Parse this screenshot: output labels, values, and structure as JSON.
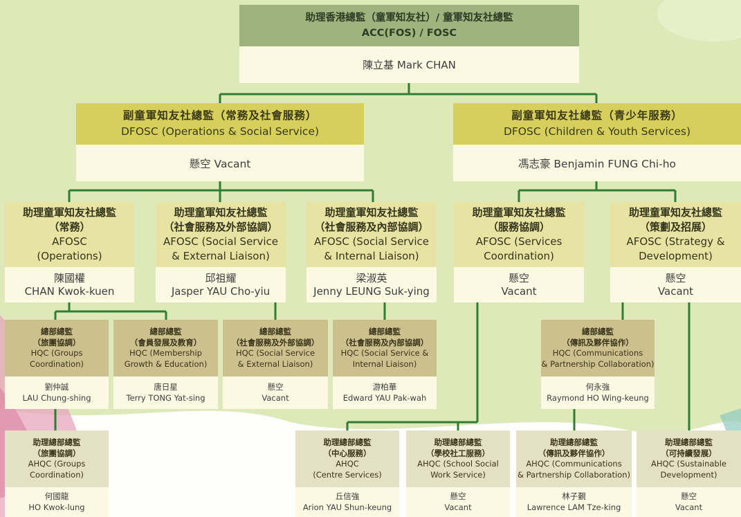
{
  "accent": "#2e7d32",
  "top": {
    "title_zh": "助理香港總監（童軍知友社）/ 童軍知友社總監",
    "title_en": "ACC(FOS) / FOSC",
    "name": "陳立基 Mark CHAN"
  },
  "deputies": [
    {
      "title_zh": "副童軍知友社總監（常務及社會服務）",
      "title_en": "DFOSC (Operations & Social Service)",
      "name": "懸空 Vacant"
    },
    {
      "title_zh": "副童軍知友社總監（青少年服務）",
      "title_en": "DFOSC (Children & Youth Services)",
      "name": "馮志豪 Benjamin FUNG Chi-ho"
    }
  ],
  "assistants": [
    {
      "title_zh": "助理童軍知友社總監",
      "title_zh2": "（常務）",
      "title_en": "AFOSC",
      "title_en2": "(Operations)",
      "name_zh": "陳國權",
      "name_en": "CHAN Kwok-kuen"
    },
    {
      "title_zh": "助理童軍知友社總監",
      "title_zh2": "（社會服務及外部協調）",
      "title_en": "AFOSC (Social Service",
      "title_en2": "& External Liaison)",
      "name_zh": "邱祖耀",
      "name_en": "Jasper YAU Cho-yiu"
    },
    {
      "title_zh": "助理童軍知友社總監",
      "title_zh2": "（社會服務及內部協調）",
      "title_en": "AFOSC (Social Service",
      "title_en2": "& Internal Liaison)",
      "name_zh": "梁淑英",
      "name_en": "Jenny LEUNG Suk-ying"
    },
    {
      "title_zh": "助理童軍知友社總監",
      "title_zh2": "（服務協調）",
      "title_en": "AFOSC (Services",
      "title_en2": "Coordination)",
      "name_zh": "懸空",
      "name_en": "Vacant"
    },
    {
      "title_zh": "助理童軍知友社總監",
      "title_zh2": "（策劃及招展）",
      "title_en": "AFOSC (Strategy &",
      "title_en2": "Development)",
      "name_zh": "懸空",
      "name_en": "Vacant"
    }
  ],
  "hqc": [
    {
      "title_zh": "總部總監",
      "title_zh2": "（旅團協調）",
      "title_en": "HQC (Groups",
      "title_en2": "Coordination)",
      "name_zh": "劉仲誠",
      "name_en": "LAU Chung-shing"
    },
    {
      "title_zh": "總部總監",
      "title_zh2": "（會員發展及教育）",
      "title_en": "HQC (Membership",
      "title_en2": "Growth & Education)",
      "name_zh": "唐日星",
      "name_en": "Terry TONG Yat-sing"
    },
    {
      "title_zh": "總部總監",
      "title_zh2": "（社會服務及外部協調）",
      "title_en": "HQC (Social Service",
      "title_en2": "& External Liaison)",
      "name_zh": "懸空",
      "name_en": "Vacant"
    },
    {
      "title_zh": "總部總監",
      "title_zh2": "（社會服務及內部協調）",
      "title_en": "HQC (Social Service &",
      "title_en2": "Internal Liaison)",
      "name_zh": "游柏華",
      "name_en": "Edward YAU Pak-wah"
    },
    {
      "title_zh": "總部總監",
      "title_zh2": "（傳訊及夥伴協作）",
      "title_en": "HQC (Communications",
      "title_en2": "& Partnership Collaboration)",
      "name_zh": "何永強",
      "name_en": "Raymond HO Wing-keung"
    }
  ],
  "ahqc": [
    {
      "title_zh": "助理總部總監",
      "title_zh2": "（旅團協調）",
      "title_en": "AHQC (Groups",
      "title_en2": "Coordination)",
      "name_zh": "何國龍",
      "name_en": "HO Kwok-lung"
    },
    {
      "title_zh": "助理總部總監",
      "title_zh2": "（中心服務）",
      "title_en": "AHQC",
      "title_en2": "(Centre Services)",
      "name_zh": "丘信強",
      "name_en": "Arion YAU Shun-keung"
    },
    {
      "title_zh": "助理總部總監",
      "title_zh2": "（學校社工服務）",
      "title_en": "AHQC (School Social",
      "title_en2": "Work Service)",
      "name_zh": "懸空",
      "name_en": "Vacant"
    },
    {
      "title_zh": "助理總部總監",
      "title_zh2": "（傳訊及夥伴協作）",
      "title_en": "AHQC (Communications",
      "title_en2": "& Partnership Collaboration)",
      "name_zh": "林子覲",
      "name_en": "Lawrence LAM Tze-king"
    },
    {
      "title_zh": "助理總部總監",
      "title_zh2": "（可持續發展）",
      "title_en": "AHQC (Sustainable",
      "title_en2": "Development)",
      "name_zh": "懸空",
      "name_en": "Vacant"
    }
  ]
}
